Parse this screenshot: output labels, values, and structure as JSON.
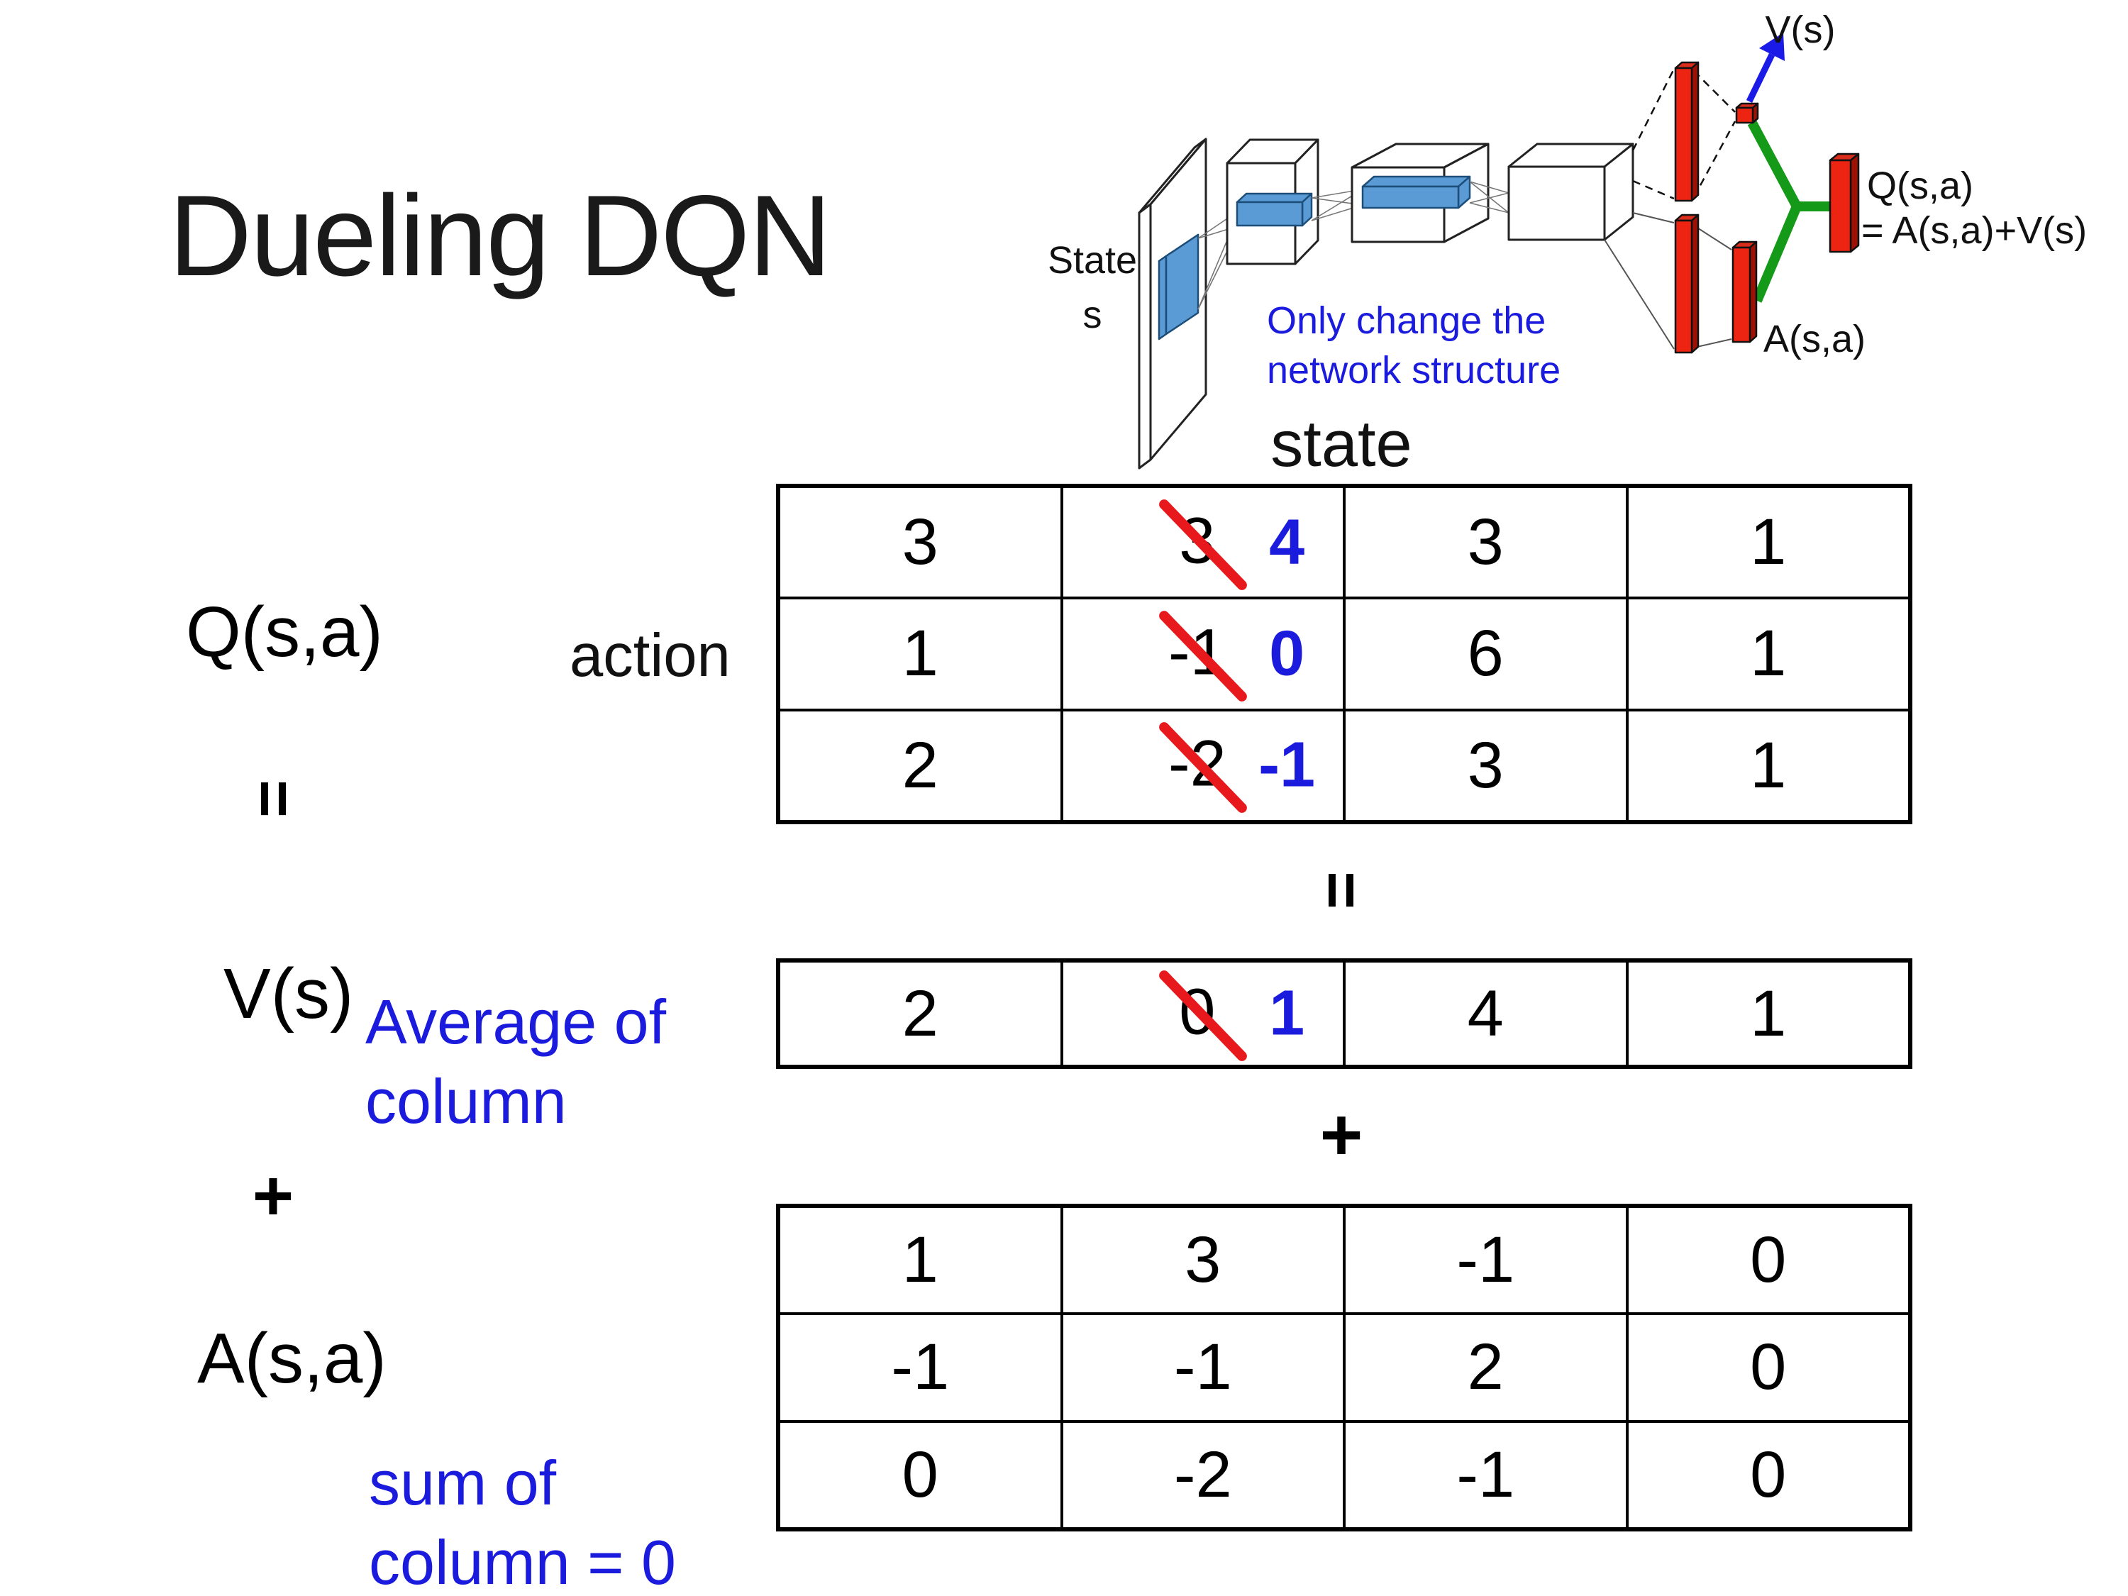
{
  "title": "Dueling DQN",
  "colors": {
    "accent_blue": "#1b1bdd",
    "arrow_blue": "#1b1be8",
    "strike_red": "#e8191c",
    "bar_red": "#ee2413",
    "bar_red_dark": "#9e1206",
    "bar_red_top": "#d92c1a",
    "green": "#149a18",
    "filter_blue": "#5b9bd5",
    "filter_blue_dark": "#1d4e79"
  },
  "diagram": {
    "state_label_line1": "State",
    "state_label_line2": "s",
    "note_line1": "Only change the",
    "note_line2": "network structure",
    "v_out_label": "V(s)",
    "q_out_label_line1": "Q(s,a)",
    "q_out_label_line2": "= A(s,a)+V(s)",
    "a_out_label": "A(s,a)"
  },
  "matrix_section": {
    "state_header": "state",
    "action_label": "action",
    "q_label": "Q(s,a)",
    "v_label": "V(s)",
    "a_label": "A(s,a)",
    "equals_sign": "=",
    "plus_sign": "+",
    "avg_note_line1": "Average of",
    "avg_note_line2": "column",
    "sum_note_line1": "sum of",
    "sum_note_line2": "column = 0"
  },
  "tables": {
    "q": {
      "rows": [
        [
          "3",
          {
            "old": "3",
            "new": "4"
          },
          "3",
          "1"
        ],
        [
          "1",
          {
            "old": "-1",
            "new": "0"
          },
          "6",
          "1"
        ],
        [
          "2",
          {
            "old": "-2",
            "new": "-1"
          },
          "3",
          "1"
        ]
      ]
    },
    "v": {
      "rows": [
        [
          "2",
          {
            "old": "0",
            "new": "1"
          },
          "4",
          "1"
        ]
      ]
    },
    "a": {
      "rows": [
        [
          "1",
          "3",
          "-1",
          "0"
        ],
        [
          "-1",
          "-1",
          "2",
          "0"
        ],
        [
          "0",
          "-2",
          "-1",
          "0"
        ]
      ]
    }
  }
}
